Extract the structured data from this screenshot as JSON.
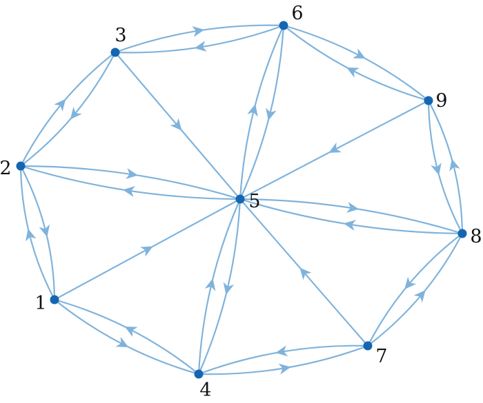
{
  "colors": {
    "node": "#1566b0",
    "edge": "#7fb3dc",
    "label": "#111111",
    "background": "#ffffff"
  },
  "graph": {
    "nodes": [
      {
        "id": "1",
        "label": "1"
      },
      {
        "id": "2",
        "label": "2"
      },
      {
        "id": "3",
        "label": "3"
      },
      {
        "id": "4",
        "label": "4"
      },
      {
        "id": "5",
        "label": "5"
      },
      {
        "id": "6",
        "label": "6"
      },
      {
        "id": "7",
        "label": "7"
      },
      {
        "id": "8",
        "label": "8"
      },
      {
        "id": "9",
        "label": "9"
      }
    ],
    "edges": [
      {
        "from": "1",
        "to": "2"
      },
      {
        "from": "2",
        "to": "1"
      },
      {
        "from": "2",
        "to": "3"
      },
      {
        "from": "3",
        "to": "2"
      },
      {
        "from": "3",
        "to": "6"
      },
      {
        "from": "6",
        "to": "3"
      },
      {
        "from": "6",
        "to": "9"
      },
      {
        "from": "9",
        "to": "6"
      },
      {
        "from": "9",
        "to": "8"
      },
      {
        "from": "8",
        "to": "9"
      },
      {
        "from": "8",
        "to": "7"
      },
      {
        "from": "7",
        "to": "8"
      },
      {
        "from": "7",
        "to": "4"
      },
      {
        "from": "4",
        "to": "7"
      },
      {
        "from": "4",
        "to": "1"
      },
      {
        "from": "1",
        "to": "4"
      },
      {
        "from": "2",
        "to": "5"
      },
      {
        "from": "5",
        "to": "2"
      },
      {
        "from": "5",
        "to": "8"
      },
      {
        "from": "8",
        "to": "5"
      },
      {
        "from": "6",
        "to": "5"
      },
      {
        "from": "5",
        "to": "6"
      },
      {
        "from": "4",
        "to": "5"
      },
      {
        "from": "5",
        "to": "4"
      },
      {
        "from": "3",
        "to": "5"
      },
      {
        "from": "1",
        "to": "5"
      },
      {
        "from": "9",
        "to": "5"
      },
      {
        "from": "7",
        "to": "5"
      }
    ]
  }
}
